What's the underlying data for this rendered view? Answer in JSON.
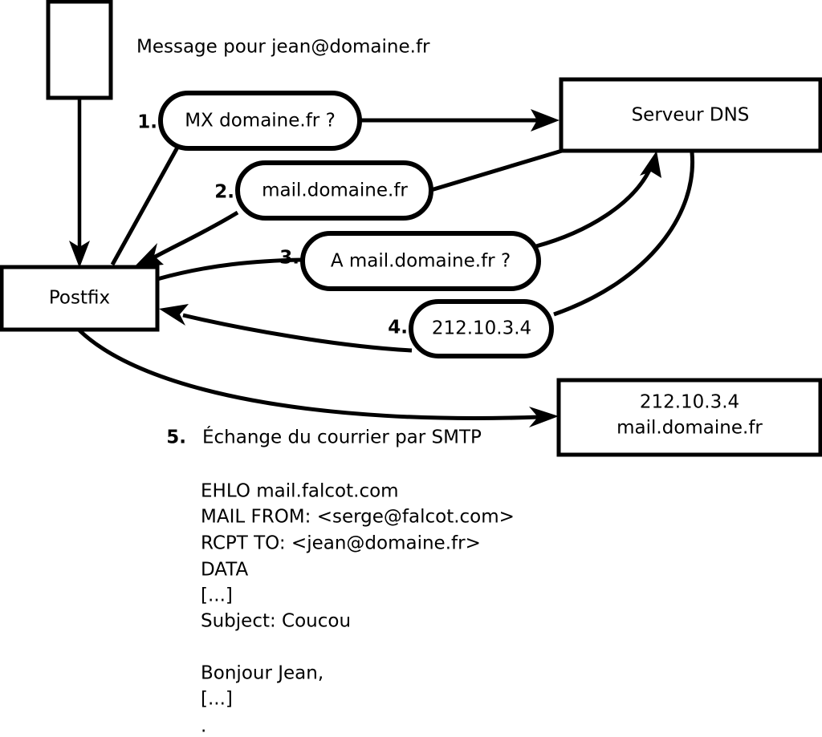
{
  "diagram": {
    "title_text": "Message pour jean@domaine.fr",
    "nodes": {
      "message_box": {
        "label": ""
      },
      "postfix": {
        "label": "Postfix"
      },
      "dns_server": {
        "label": "Serveur DNS"
      },
      "mail_server": {
        "line1": "212.10.3.4",
        "line2": "mail.domaine.fr"
      }
    },
    "steps": [
      {
        "number": "1.",
        "label": "MX domaine.fr ?"
      },
      {
        "number": "2.",
        "label": "mail.domaine.fr"
      },
      {
        "number": "3.",
        "label": "A mail.domaine.fr ?"
      },
      {
        "number": "4.",
        "label": "212.10.3.4"
      }
    ],
    "step5": {
      "number": "5.",
      "label": "Échange du courrier par SMTP"
    },
    "smtp_transcript": [
      "EHLO mail.falcot.com",
      "MAIL FROM: <serge@falcot.com>",
      "RCPT TO: <jean@domaine.fr>",
      "DATA",
      "[...]",
      "Subject: Coucou",
      "",
      "Bonjour Jean,",
      "[...]",
      "."
    ],
    "colors": {
      "stroke": "#000000",
      "fill": "#ffffff",
      "text": "#000000"
    }
  }
}
